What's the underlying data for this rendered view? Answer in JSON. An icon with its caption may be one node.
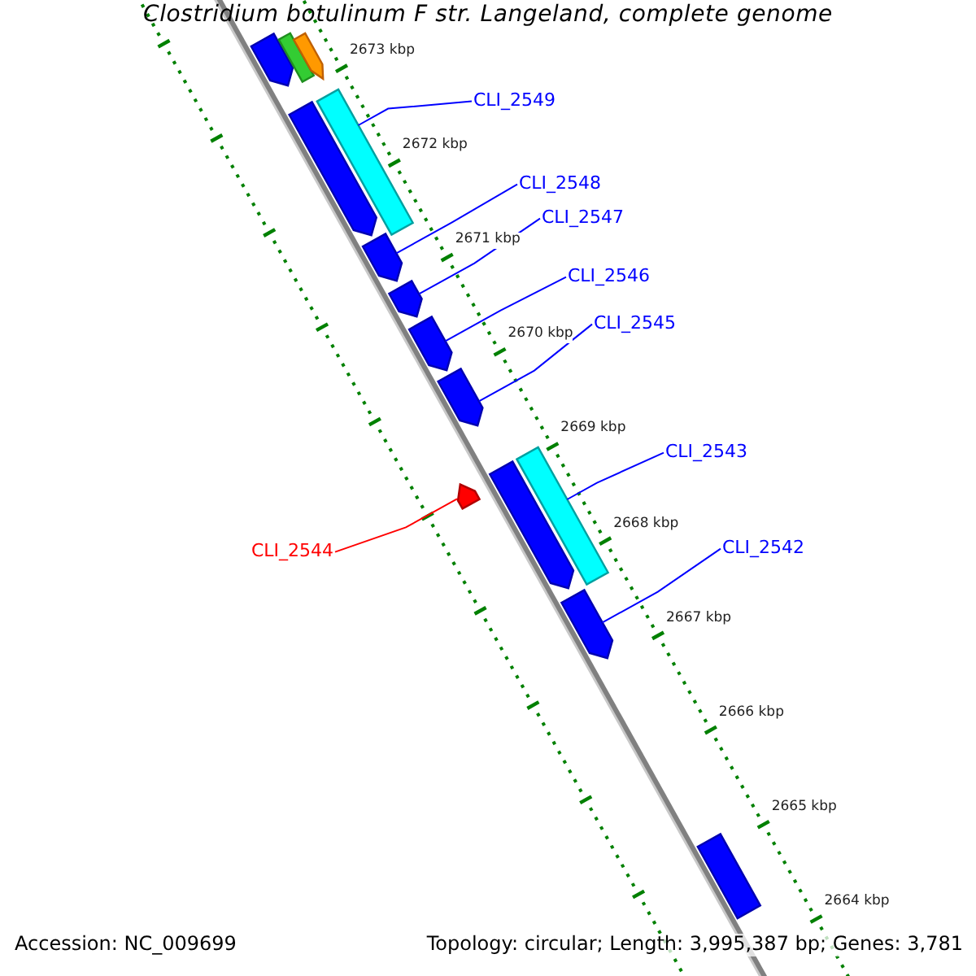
{
  "diagram": {
    "title": "Clostridium botulinum F str. Langeland, complete genome",
    "nodes": [
      {
        "text": [
          "CLI_2549"
        ]
      },
      {
        "text": [
          "CLI_2548"
        ]
      },
      {
        "text": [
          "CLI_2547"
        ]
      },
      {
        "text": [
          "CLI_2546"
        ]
      },
      {
        "text": [
          "CLI_2545"
        ]
      },
      {
        "text": [
          "CLI_2543"
        ]
      },
      {
        "text": [
          "CLI_2544"
        ]
      },
      {
        "text": [
          "CLI_2542"
        ]
      },
      {
        "text": [],
        "shape": "bar"
      },
      {
        "text": [],
        "shape": "bar"
      },
      {
        "text": [],
        "shape": "bar"
      },
      {
        "text": [],
        "shape": "bar"
      },
      {
        "text": [],
        "shape": "bar"
      },
      {
        "text": [],
        "shape": "bar"
      },
      {
        "text": [],
        "shape": "bar"
      },
      {
        "text": [],
        "shape": "bar"
      },
      {
        "text": [],
        "shape": "bar"
      },
      {
        "text": [],
        "shape": "bar"
      },
      {
        "text": [],
        "shape": "bar"
      },
      {
        "text": [],
        "shape": "bar"
      },
      {
        "text": [],
        "shape": "bar"
      },
      {
        "text": [],
        "shape": "bar"
      }
    ],
    "edges": [
      {
        "from": 0,
        "to": 11,
        "arrow": "none"
      },
      {
        "from": 1,
        "to": 13,
        "arrow": "none"
      },
      {
        "from": 2,
        "to": 14,
        "arrow": "none"
      },
      {
        "from": 3,
        "to": 15,
        "arrow": "none"
      },
      {
        "from": 4,
        "to": 16,
        "arrow": "none"
      },
      {
        "from": 5,
        "to": 18,
        "arrow": "none"
      },
      {
        "from": 6,
        "to": 17,
        "arrow": "none",
        "color": "#ff0000"
      },
      {
        "from": 7,
        "to": 20,
        "arrow": "none"
      }
    ],
    "labels": [
      "2673 kbp",
      "2672 kbp",
      "2671 kbp",
      "2670 kbp",
      "2669 kbp",
      "2668 kbp",
      "2667 kbp",
      "2666 kbp",
      "2665 kbp",
      "2664 kbp",
      "Accession: NC_009699",
      "Topology: circular; Length: 3,995,387 bp; Genes: 3,781"
    ]
  }
}
